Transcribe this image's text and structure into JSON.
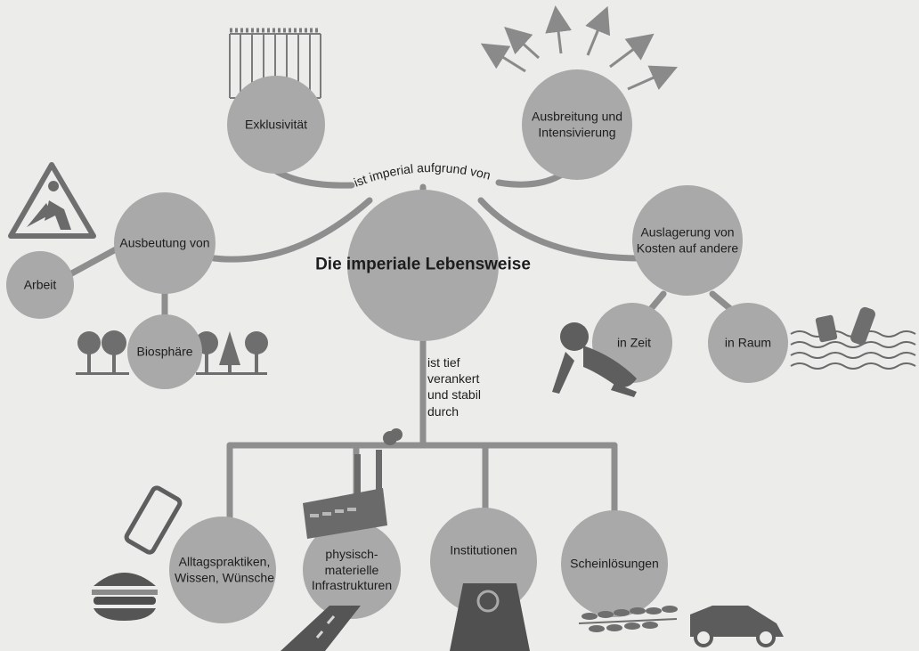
{
  "center": {
    "title": "Die imperiale Lebensweise"
  },
  "top_link": "ist imperial aufgrund von",
  "bottom_link": "ist tief verankert und stabil durch",
  "nodes": {
    "exklusivitaet": "Exklusivität",
    "ausbreitung": "Ausbreitung und Intensivierung",
    "ausbeutung": "Ausbeutung von",
    "arbeit": "Arbeit",
    "biosphaere": "Biosphäre",
    "auslagerung": "Auslagerung von Kosten auf andere",
    "in_zeit": "in Zeit",
    "in_raum": "in Raum",
    "alltag": "Alltagspraktiken, Wissen, Wünsche",
    "infrastrukturen": "physisch-materielle Infrastrukturen",
    "institutionen": "Institutionen",
    "scheinloesungen": "Scheinlösungen"
  },
  "icons": [
    "fence-icon",
    "sunburst-arrows-icon",
    "warning-worker-icon",
    "trees-icon",
    "crawling-baby-icon",
    "waste-in-water-icon",
    "smartphone-icon",
    "burger-icon",
    "factory-icon",
    "road-icon",
    "euro-building-icon",
    "leaves-icon",
    "car-icon"
  ],
  "colors": {
    "circle": "#a9a9a9",
    "line": "#8e8e8e",
    "background": "#ececea",
    "text": "#1d1d1d"
  }
}
